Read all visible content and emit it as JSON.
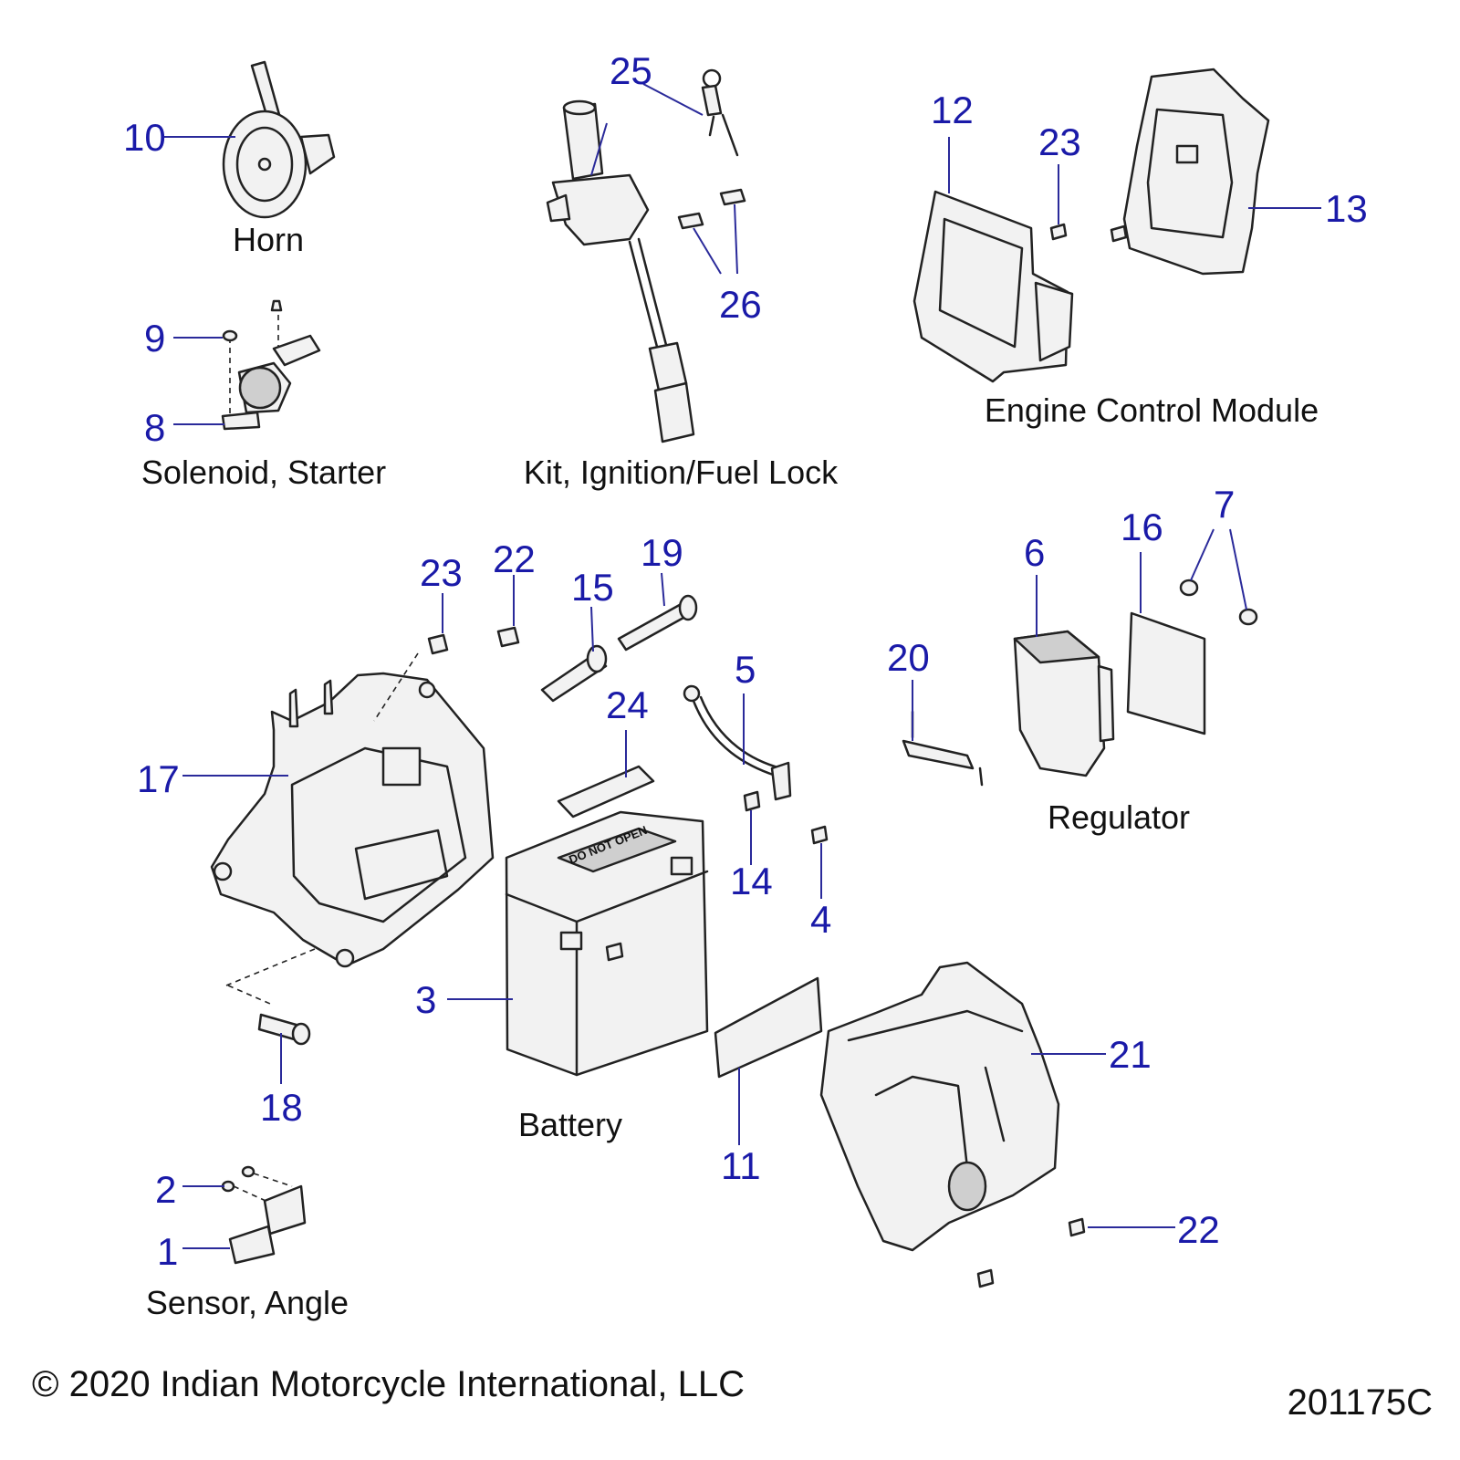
{
  "callouts": [
    "10",
    "25",
    "12",
    "23",
    "13",
    "26",
    "9",
    "8",
    "23",
    "22",
    "19",
    "15",
    "7",
    "16",
    "6",
    "20",
    "24",
    "5",
    "17",
    "14",
    "4",
    "3",
    "21",
    "18",
    "11",
    "22",
    "2",
    "1"
  ],
  "labels": {
    "horn": "Horn",
    "solenoid": "Solenoid, Starter",
    "ignition": "Kit, Ignition/Fuel Lock",
    "ecm": "Engine Control Module",
    "regulator": "Regulator",
    "battery": "Battery",
    "sensor": "Sensor, Angle",
    "battery_marking": "DO NOT OPEN"
  },
  "footer": {
    "copyright": "© 2020 Indian Motorcycle International, LLC",
    "diagram_id": "201175C"
  },
  "colors": {
    "callout": "#1a1aa8",
    "text": "#111111"
  }
}
